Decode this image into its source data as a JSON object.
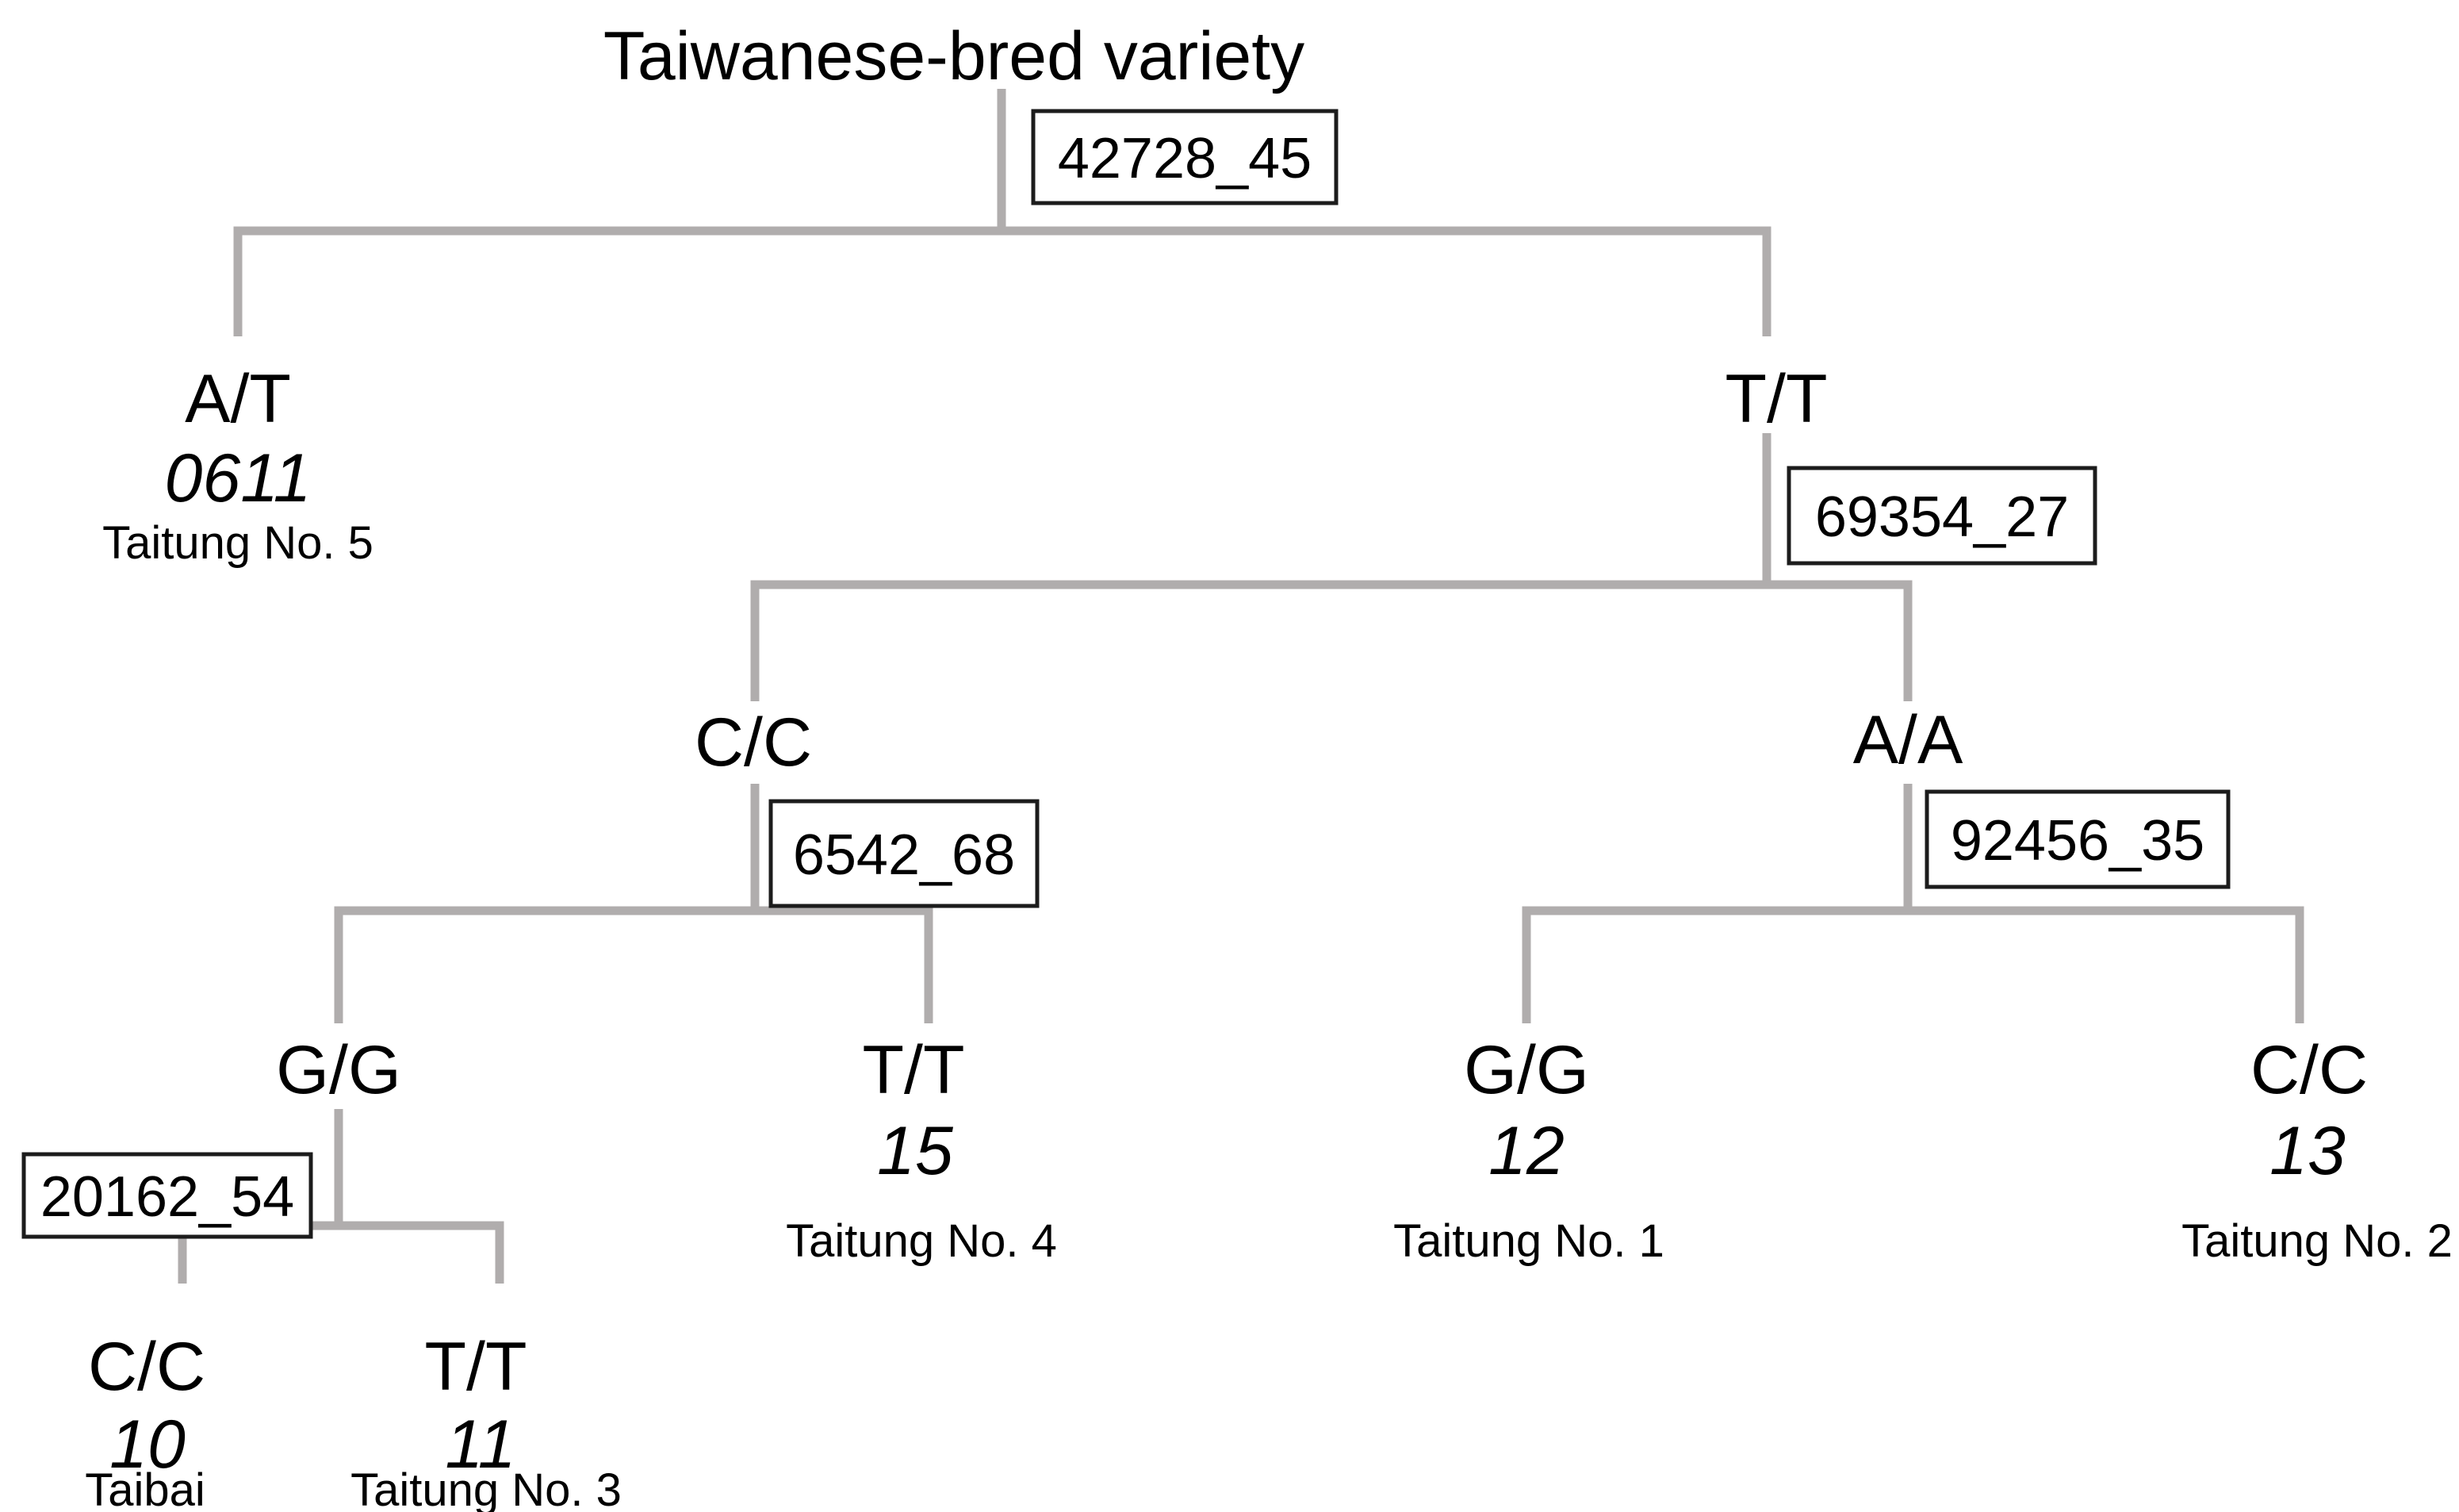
{
  "colors": {
    "line": "#b0adad",
    "box_border": "#1c1c1c",
    "text": "#000000",
    "background": "#ffffff"
  },
  "tree": {
    "type": "snp-genotype-decision-tree",
    "label": "Taiwanese-bred variety",
    "marker": "42728_45",
    "left": {
      "genotype": "A/T",
      "accession": "0611",
      "variety": "Taitung No. 5"
    },
    "right": {
      "genotype": "T/T",
      "marker": "69354_27",
      "left": {
        "genotype": "C/C",
        "marker": "6542_68",
        "left": {
          "genotype": "G/G",
          "marker": "20162_54",
          "left": {
            "genotype": "C/C",
            "accession": "10",
            "variety": "Taibai"
          },
          "right": {
            "genotype": "T/T",
            "accession": "11",
            "variety": "Taitung No. 3"
          }
        },
        "right": {
          "genotype": "T/T",
          "accession": "15",
          "variety": "Taitung No. 4"
        }
      },
      "right": {
        "genotype": "A/A",
        "marker": "92456_35",
        "left": {
          "genotype": "G/G",
          "accession": "12",
          "variety": "Taitung No. 1"
        },
        "right": {
          "genotype": "C/C",
          "accession": "13",
          "variety": "Taitung No. 2"
        }
      }
    }
  }
}
